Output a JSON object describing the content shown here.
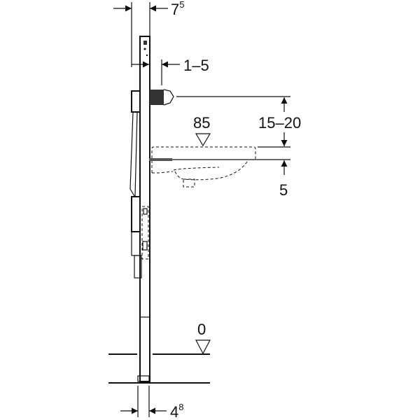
{
  "dimensions": {
    "frame_depth_top": {
      "main": "7",
      "sup": "5"
    },
    "tap_offset": "1–5",
    "tap_above_basin": "15–20",
    "basin_height_level": "85",
    "bolt_below_basin": "5",
    "floor_level": "0",
    "frame_depth_bottom": {
      "main": "4",
      "sup": "8"
    }
  }
}
